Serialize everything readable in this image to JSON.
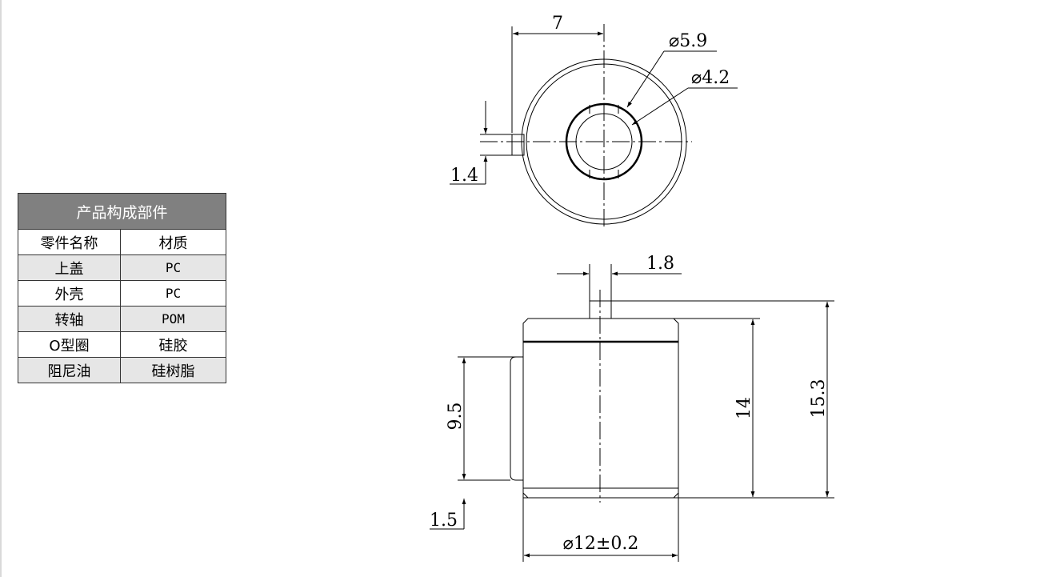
{
  "table": {
    "title": "产品构成部件",
    "headers": [
      "零件名称",
      "材质"
    ],
    "rows": [
      {
        "name": "上盖",
        "material": "PC"
      },
      {
        "name": "外壳",
        "material": "PC"
      },
      {
        "name": "转轴",
        "material": "POM"
      },
      {
        "name": "O型圈",
        "material": "硅胶"
      },
      {
        "name": "阻尼油",
        "material": "硅树脂"
      }
    ]
  },
  "top_view": {
    "dim_width": "7",
    "dim_outer_dia": "⌀5.9",
    "dim_inner_dia": "⌀4.2",
    "dim_tab": "1.4"
  },
  "side_view": {
    "dim_shaft": "1.8",
    "dim_total_height": "15.3",
    "dim_body_height": "14",
    "dim_tab_height": "9.5",
    "dim_bottom": "1.5",
    "dim_diameter": "⌀12±0.2"
  }
}
